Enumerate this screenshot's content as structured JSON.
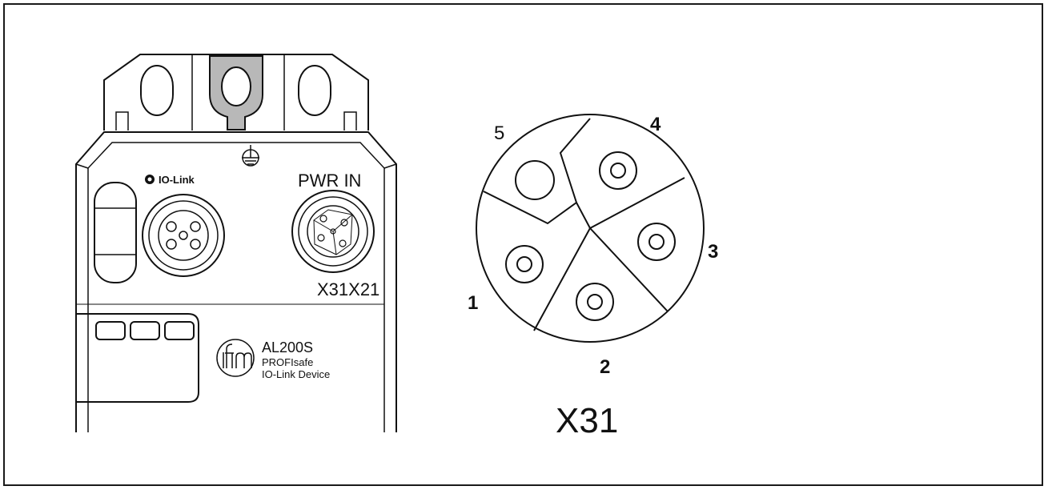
{
  "device": {
    "io_link_label": "IO-Link",
    "pwr_in_label": "PWR IN",
    "port_labels": "X31X21",
    "model": "AL200S",
    "protocol": "PROFIsafe",
    "device_type": "IO-Link Device",
    "brand_logo": "ifm"
  },
  "connector": {
    "title": "X31",
    "pins": {
      "pin1": "1",
      "pin2": "2",
      "pin3": "3",
      "pin4": "4",
      "pin5": "5"
    }
  },
  "icons": {
    "ground": "ground-symbol-icon",
    "io_link_logo": "io-link-logo-icon"
  }
}
